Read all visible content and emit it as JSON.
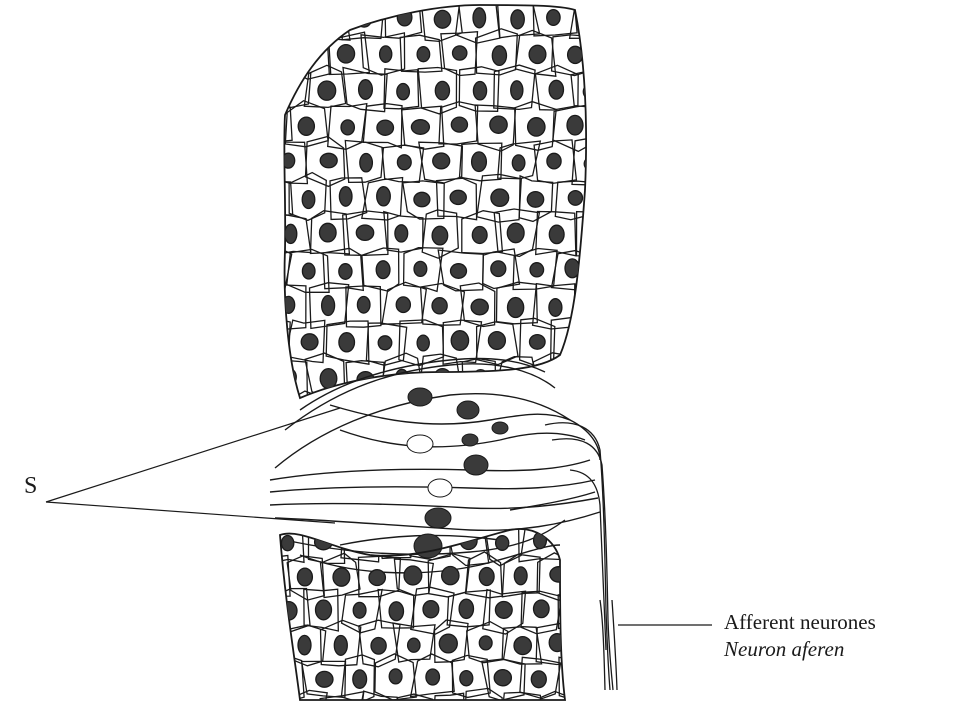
{
  "labels": {
    "s": "S",
    "afferent_en": "Afferent neurones",
    "afferent_id": "Neuron aferen"
  },
  "colors": {
    "ink": "#1a1a1a",
    "nucleus": "#3a3a3a",
    "background": "#ffffff"
  }
}
